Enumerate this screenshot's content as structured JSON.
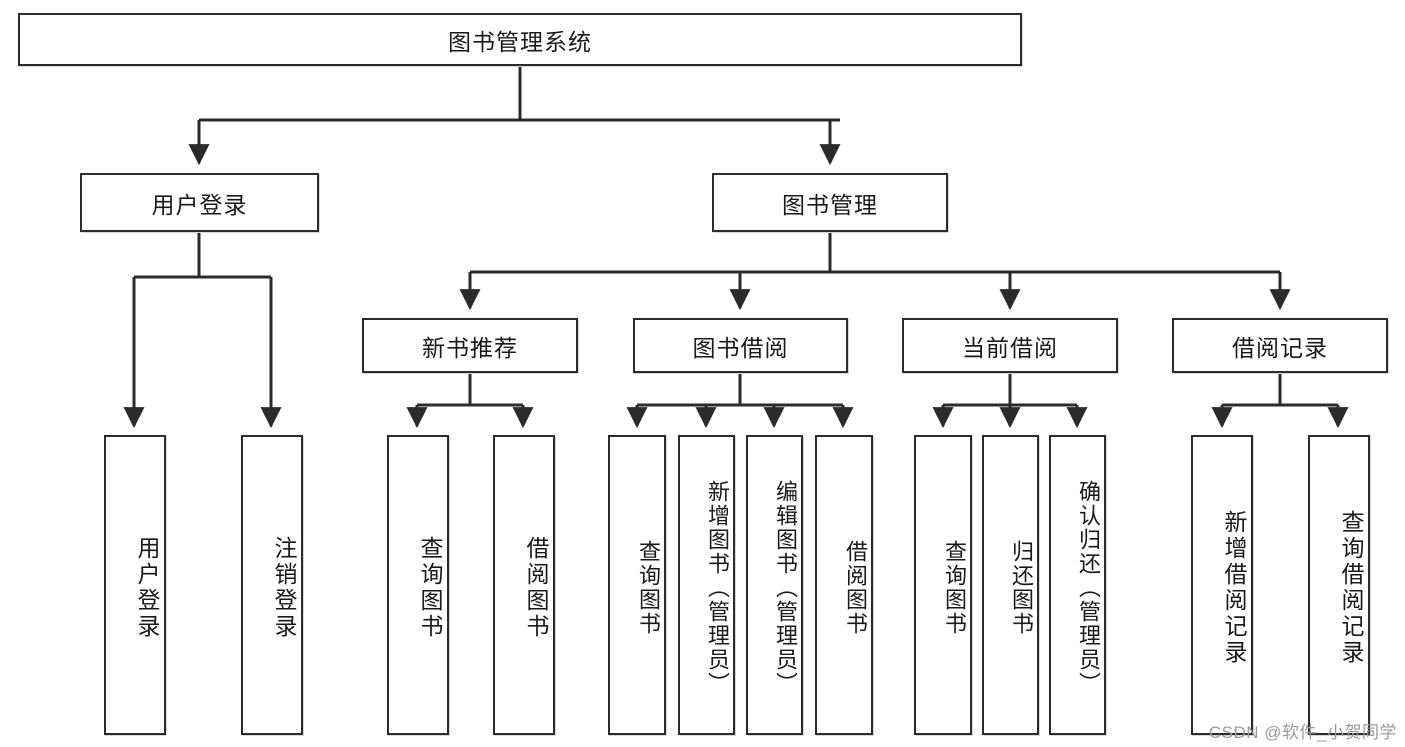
{
  "diagram": {
    "title": "图书管理系统",
    "type": "tree-hierarchy",
    "root": {
      "label": "图书管理系统"
    },
    "level2": [
      {
        "label": "用户登录"
      },
      {
        "label": "图书管理"
      }
    ],
    "level3": [
      {
        "label": "新书推荐"
      },
      {
        "label": "图书借阅"
      },
      {
        "label": "当前借阅"
      },
      {
        "label": "借阅记录"
      }
    ],
    "leaves": {
      "user_login": [
        {
          "label": "用户登录"
        },
        {
          "label": "注销登录"
        }
      ],
      "new_book_recommend": [
        {
          "label": "查询图书"
        },
        {
          "label": "借阅图书"
        }
      ],
      "book_borrow": [
        {
          "label": "查询图书"
        },
        {
          "label": "新增图书（管理员）"
        },
        {
          "label": "编辑图书（管理员）"
        },
        {
          "label": "借阅图书"
        }
      ],
      "current_borrow": [
        {
          "label": "查询图书"
        },
        {
          "label": "归还图书"
        },
        {
          "label": "确认归还（管理员）"
        }
      ],
      "borrow_record": [
        {
          "label": "新增借阅记录"
        },
        {
          "label": "查询借阅记录"
        }
      ]
    }
  },
  "watermark": {
    "text": "CSDN @软件_小贺同学"
  },
  "colors": {
    "stroke": "#2b2b2b",
    "fill": "#ffffff",
    "text": "#1a1a1a",
    "watermark": "#9a9a9a"
  }
}
